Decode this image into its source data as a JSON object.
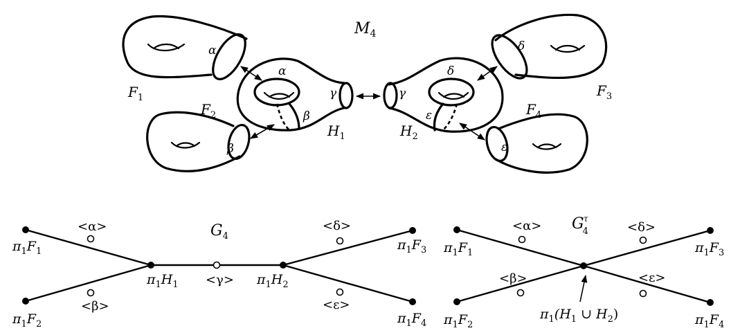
{
  "manifold": {
    "title": "M",
    "title_sub": "4",
    "F1": {
      "name": "F",
      "sub": "1",
      "curve": "α"
    },
    "F2": {
      "name": "F",
      "sub": "2",
      "curve": "β"
    },
    "F3": {
      "name": "F",
      "sub": "3",
      "curve": "δ"
    },
    "F4": {
      "name": "F",
      "sub": "4",
      "curve": "ε"
    },
    "H1": {
      "name": "H",
      "sub": "1",
      "curves": [
        "α",
        "β",
        "γ"
      ]
    },
    "H2": {
      "name": "H",
      "sub": "2",
      "curves": [
        "δ",
        "ε",
        "γ"
      ]
    }
  },
  "graph_left": {
    "title": "G",
    "title_sub": "4",
    "vertices": [
      {
        "pre": "π",
        "mid": "1",
        "post": "F",
        "sub": "1"
      },
      {
        "pre": "π",
        "mid": "1",
        "post": "F",
        "sub": "2"
      },
      {
        "pre": "π",
        "mid": "1",
        "post": "H",
        "sub": "1"
      },
      {
        "pre": "π",
        "mid": "1",
        "post": "H",
        "sub": "2"
      },
      {
        "pre": "π",
        "mid": "1",
        "post": "F",
        "sub": "3"
      },
      {
        "pre": "π",
        "mid": "1",
        "post": "F",
        "sub": "4"
      }
    ],
    "edges": [
      "<α>",
      "<β>",
      "<γ>",
      "<δ>",
      "<ε>"
    ]
  },
  "graph_right": {
    "title": "G",
    "title_sub": "4",
    "title_sup": "τ",
    "vertices": [
      {
        "pre": "π",
        "mid": "1",
        "post": "F",
        "sub": "1"
      },
      {
        "pre": "π",
        "mid": "1",
        "post": "F",
        "sub": "2"
      },
      {
        "pre": "π",
        "mid": "1",
        "post": "F",
        "sub": "3"
      },
      {
        "pre": "π",
        "mid": "1",
        "post": "F",
        "sub": "4"
      }
    ],
    "center": {
      "pre": "π",
      "mid": "1",
      "a": "(H",
      "a_sub": "1",
      "cup": " ∪ H",
      "b_sub": "2",
      "close": ")"
    },
    "edges": [
      "<α>",
      "<β>",
      "<δ>",
      "<ε>"
    ]
  }
}
